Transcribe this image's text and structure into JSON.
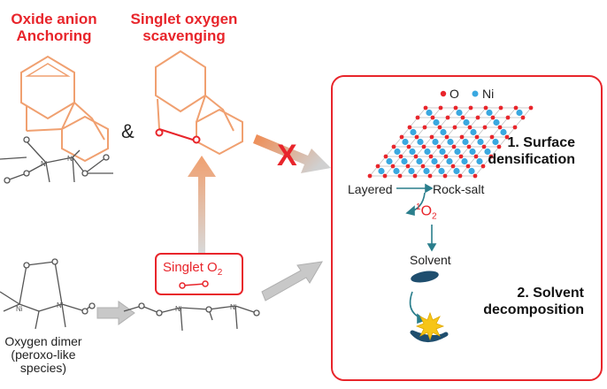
{
  "headers": {
    "anchoring_line1": "Oxide anion",
    "anchoring_line2": "Anchoring",
    "scavenging_line1": "Singlet oxygen",
    "scavenging_line2": "scavenging"
  },
  "and_symbol": "&",
  "singlet_o2": {
    "label": "Singlet O",
    "subscript": "2"
  },
  "block_symbol": "X",
  "oxygen_dimer": {
    "line1": "Oxygen dimer",
    "line2": "(peroxo-like",
    "line3": "species)"
  },
  "atom_labels": {
    "ni": "Ni"
  },
  "panel": {
    "legend_o": "O",
    "legend_ni": "Ni",
    "layered": "Layered",
    "rock_salt": "Rock-salt",
    "singlet_sup": "1",
    "singlet_o": "O",
    "singlet_sub": "2",
    "solvent": "Solvent",
    "step1_line1": "1. Surface",
    "step1_line2": "densification",
    "step2_line1": "2. Solvent",
    "step2_line2": "decomposition"
  },
  "colors": {
    "accent_red": "#e8252b",
    "orange": "#f0a070",
    "oxygen": "#e8252b",
    "nickel": "#3aa8e0",
    "teal": "#2a7e8c",
    "gray_arrow": "#c8c8c8"
  }
}
